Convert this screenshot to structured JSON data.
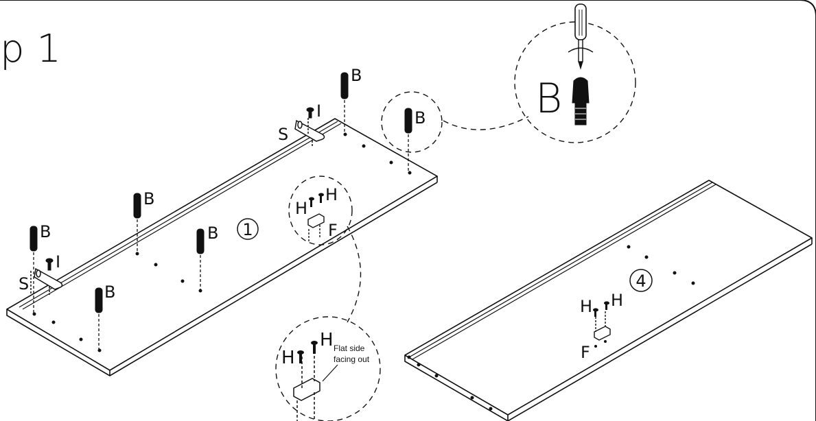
{
  "step_title": "p 1",
  "detail_big_label": "B",
  "panel_numbers": {
    "panel_1": "1",
    "panel_4": "4"
  },
  "part_labels": {
    "B": "B",
    "I": "I",
    "S": "S",
    "H": "H",
    "F": "F"
  },
  "note": {
    "line1": "Flat side",
    "line2": "facing out"
  }
}
